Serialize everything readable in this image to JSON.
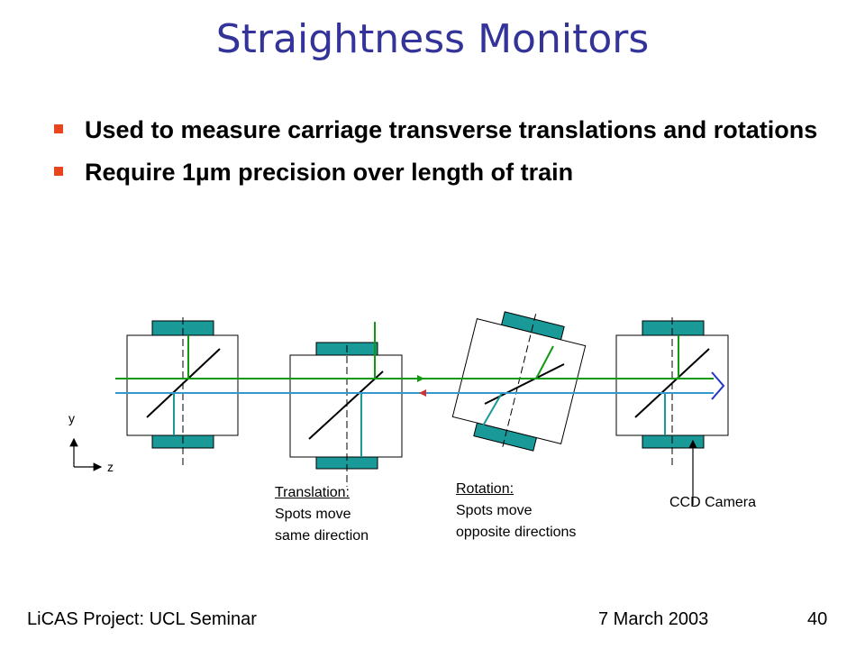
{
  "slide": {
    "title": "Straightness Monitors",
    "bullets": [
      "Used to measure carriage transverse translations and rotations",
      "Require 1µm precision over length of train"
    ]
  },
  "diagram": {
    "axes": {
      "y": "y",
      "z": "z"
    },
    "captions": {
      "translation_heading": "Translation:",
      "translation_line1": "Spots move",
      "translation_line2": "same direction",
      "rotation_heading": "Rotation:",
      "rotation_line1": "Spots move",
      "rotation_line2": "opposite directions",
      "ccd": "CCD Camera"
    },
    "colors": {
      "green_beam": "#119911",
      "blue_beam": "#3399cc",
      "camera": "#1a9999",
      "mirror": "#000000",
      "bullet": "#e8451f",
      "title": "#333399"
    }
  },
  "footer": {
    "left": "LiCAS Project: UCL Seminar",
    "date": "7 March 2003",
    "page": "40"
  }
}
